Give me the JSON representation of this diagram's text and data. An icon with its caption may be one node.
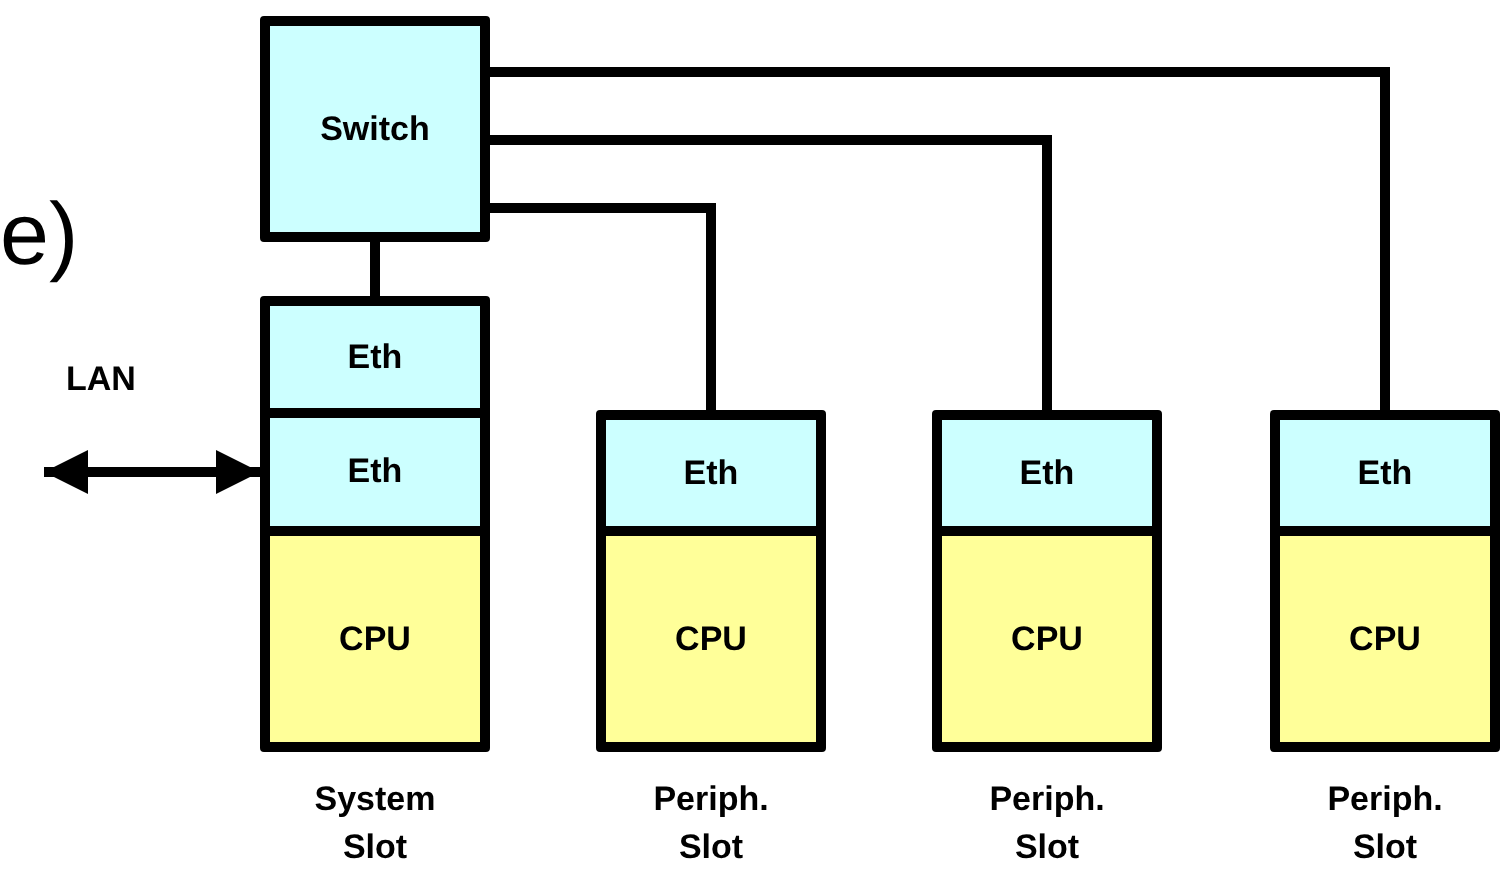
{
  "diagram": {
    "nodes": [
      {
        "text": [
          "Switch"
        ]
      },
      {
        "text": [
          "Eth"
        ]
      },
      {
        "text": [
          "Eth"
        ]
      },
      {
        "text": [
          "CPU"
        ],
        "beside": [
          "System Slot"
        ]
      },
      {
        "text": [
          "Eth"
        ]
      },
      {
        "text": [
          "CPU"
        ],
        "beside": [
          "Periph. Slot"
        ]
      },
      {
        "text": [
          "Eth"
        ]
      },
      {
        "text": [
          "CPU"
        ],
        "beside": [
          "Periph. Slot"
        ]
      },
      {
        "text": [
          "Eth"
        ]
      },
      {
        "text": [
          "CPU"
        ],
        "beside": [
          "Periph. Slot"
        ]
      }
    ],
    "edges": [
      {
        "from": 0,
        "to": 1,
        "arrow": "none"
      },
      {
        "from": 0,
        "to": 4,
        "arrow": "none"
      },
      {
        "from": 0,
        "to": 6,
        "arrow": "none"
      },
      {
        "from": 0,
        "to": 8,
        "arrow": "none"
      },
      {
        "from": null,
        "to": 2,
        "arrow": "both",
        "label": "LAN"
      }
    ],
    "labels": [
      "e)"
    ]
  }
}
